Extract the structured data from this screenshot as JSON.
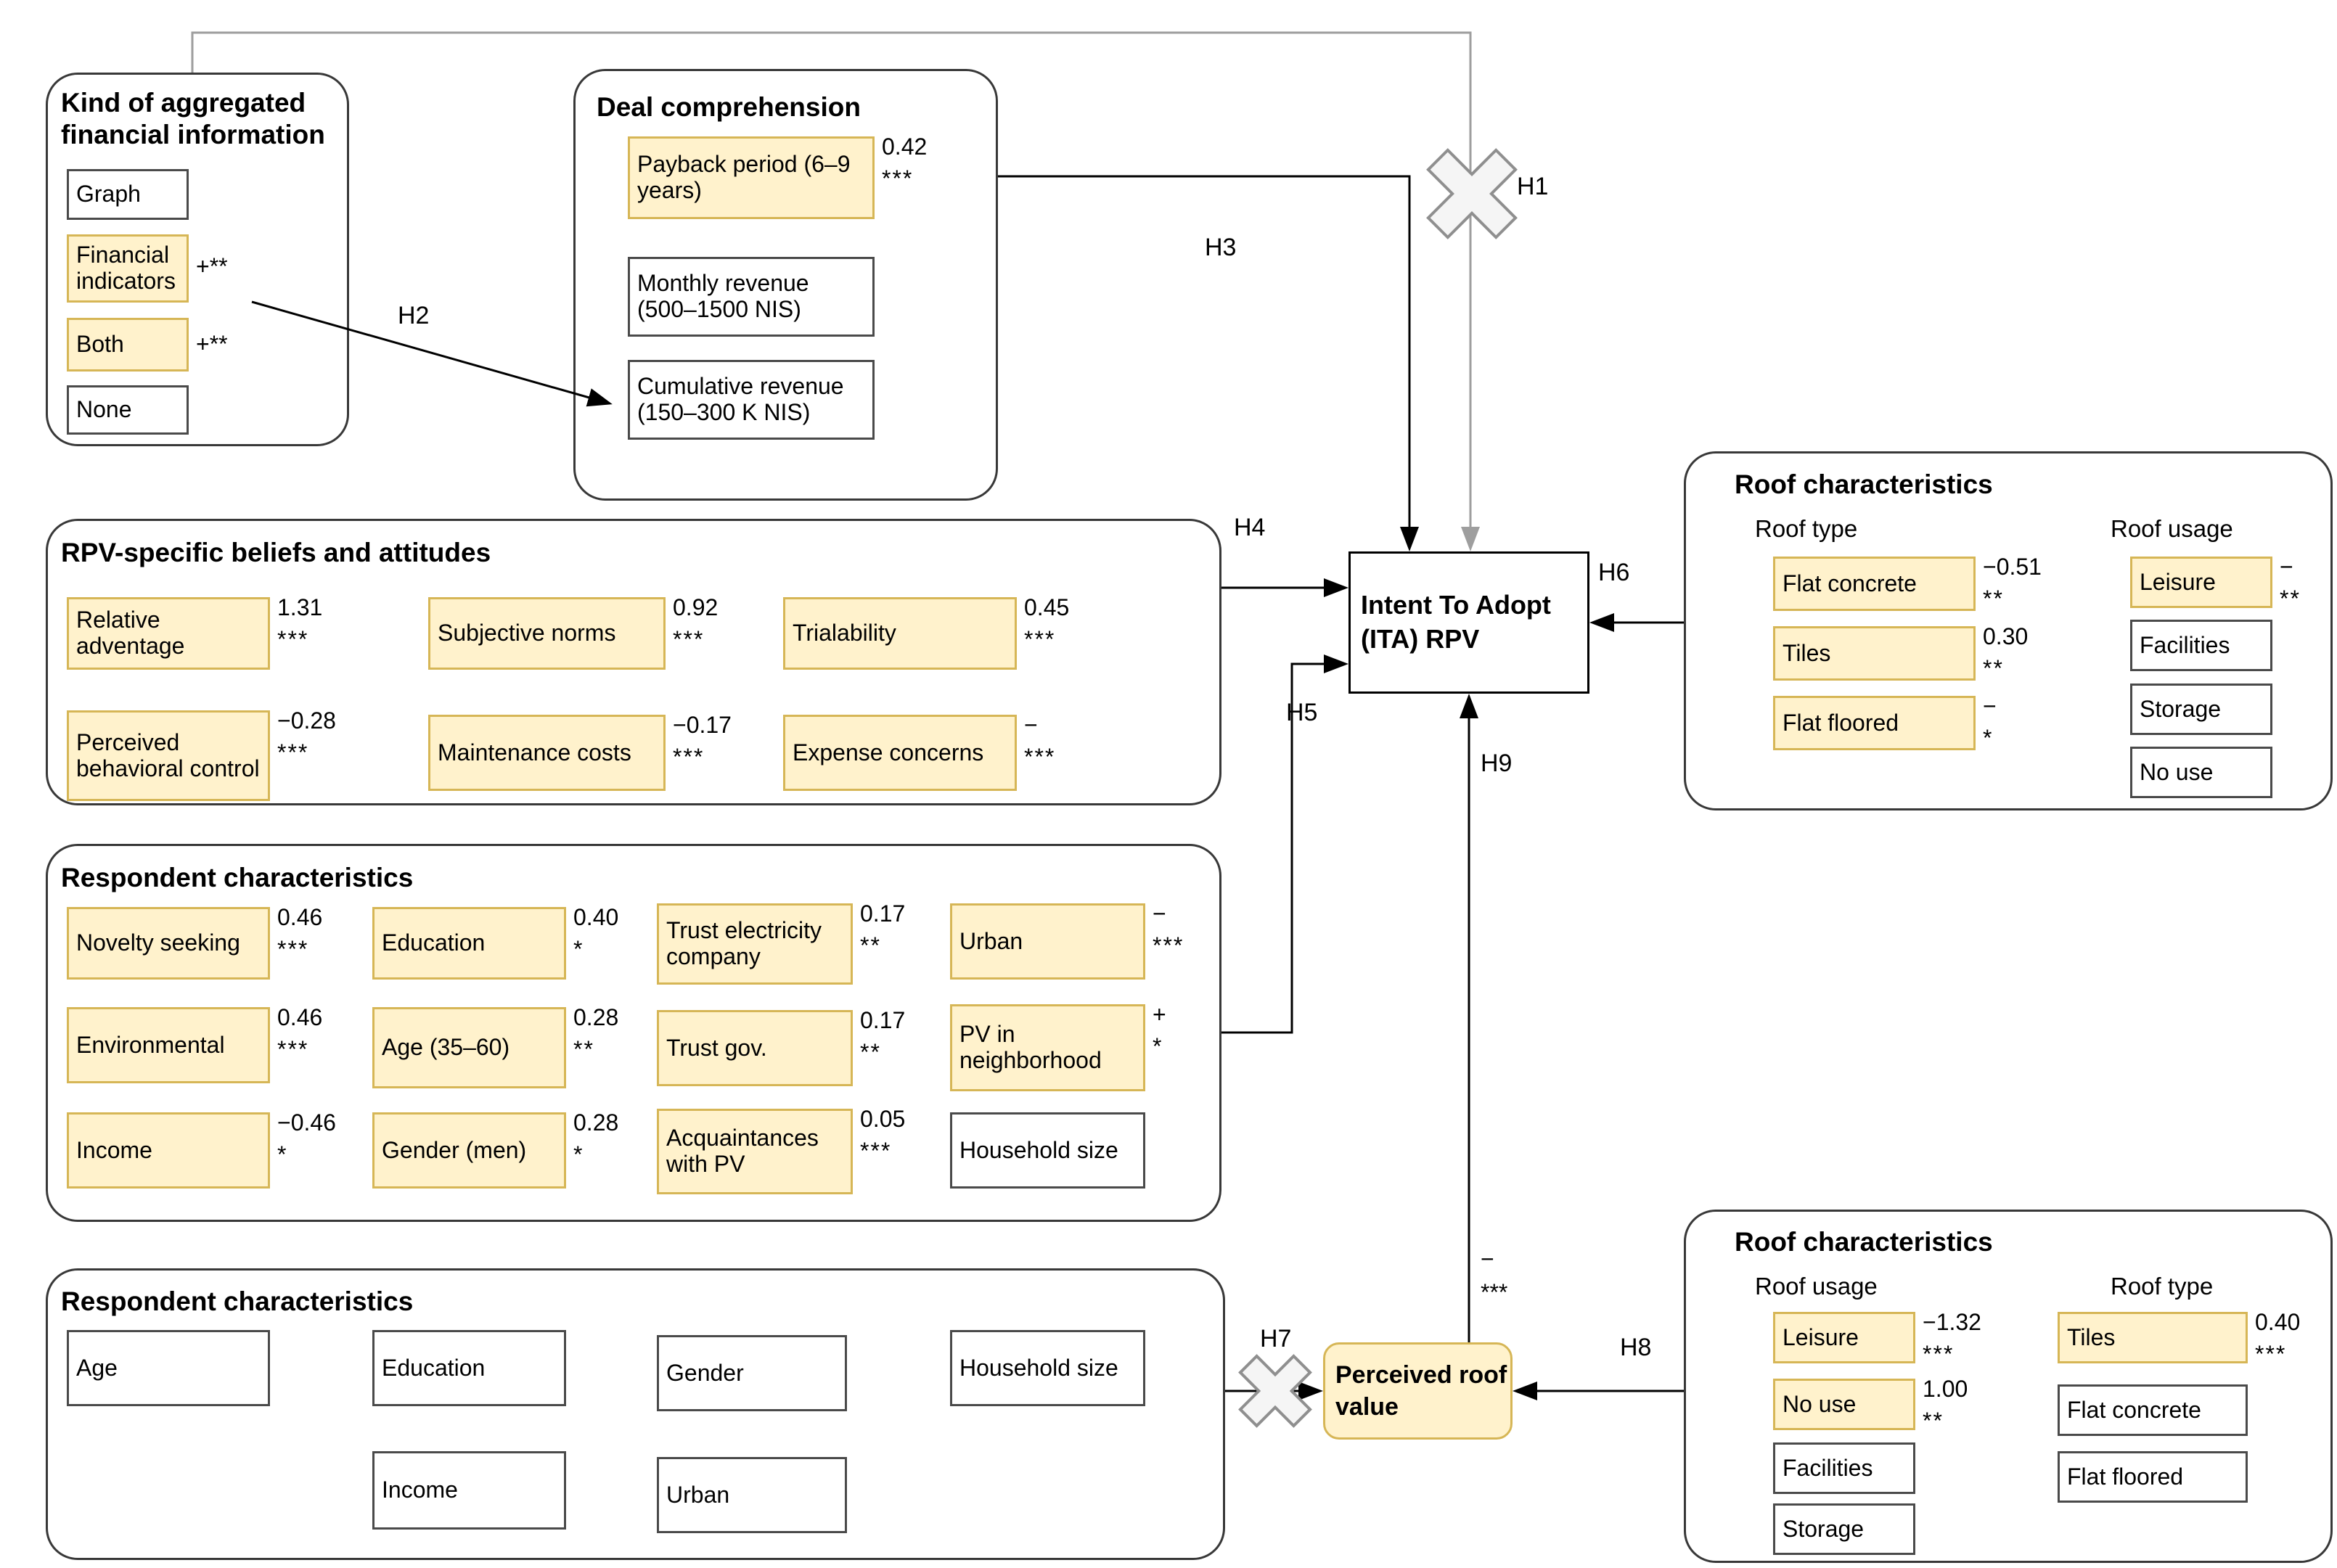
{
  "colors": {
    "highlight_fill": "#FFF2CC",
    "highlight_border": "#D6B656",
    "rejected_gray": "#9E9E9E"
  },
  "nodes": {
    "intent": {
      "label": "Intent To Adopt (ITA) RPV"
    },
    "perceived": {
      "label": "Perceived roof value"
    }
  },
  "hypotheses": [
    {
      "id": "H1",
      "rejected": true
    },
    {
      "id": "H2",
      "rejected": false
    },
    {
      "id": "H3",
      "rejected": false
    },
    {
      "id": "H4",
      "rejected": false
    },
    {
      "id": "H5",
      "rejected": false
    },
    {
      "id": "H6",
      "rejected": false
    },
    {
      "id": "H7",
      "rejected": true
    },
    {
      "id": "H8",
      "rejected": false
    },
    {
      "id": "H9",
      "rejected": false,
      "value": "−",
      "stars": "***"
    }
  ],
  "groups": {
    "kind": {
      "title": "Kind of aggregated financial information",
      "items": [
        {
          "label": "Graph",
          "value": "",
          "stars": "",
          "highlighted": false
        },
        {
          "label": "Financial indicators",
          "value": "+**",
          "stars": "",
          "highlighted": true
        },
        {
          "label": "Both",
          "value": "+**",
          "stars": "",
          "highlighted": true
        },
        {
          "label": "None",
          "value": "",
          "stars": "",
          "highlighted": false
        }
      ]
    },
    "deal": {
      "title": "Deal comprehension",
      "items": [
        {
          "label": "Payback period (6–9 years)",
          "value": "0.42",
          "stars": "***",
          "highlighted": true
        },
        {
          "label": "Monthly revenue (500–1500 NIS)",
          "value": "",
          "stars": "",
          "highlighted": false
        },
        {
          "label": "Cumulative revenue (150–300 K NIS)",
          "value": "",
          "stars": "",
          "highlighted": false
        }
      ]
    },
    "beliefs": {
      "title": "RPV-specific beliefs and attitudes",
      "items": [
        {
          "label": "Relative adventage",
          "value": "1.31",
          "stars": "***",
          "highlighted": true
        },
        {
          "label": "Subjective norms",
          "value": "0.92",
          "stars": "***",
          "highlighted": true
        },
        {
          "label": "Trialability",
          "value": "0.45",
          "stars": "***",
          "highlighted": true
        },
        {
          "label": "Perceived behavioral control",
          "value": "−0.28",
          "stars": "***",
          "highlighted": true
        },
        {
          "label": "Maintenance costs",
          "value": "−0.17",
          "stars": "***",
          "highlighted": true
        },
        {
          "label": "Expense concerns",
          "value": "−",
          "stars": "***",
          "highlighted": true
        }
      ]
    },
    "respondent": {
      "title": "Respondent characteristics",
      "items": [
        {
          "label": "Novelty seeking",
          "value": "0.46",
          "stars": "***",
          "highlighted": true
        },
        {
          "label": "Education",
          "value": "0.40",
          "stars": "*",
          "highlighted": true
        },
        {
          "label": "Trust electricity company",
          "value": "0.17",
          "stars": "**",
          "highlighted": true
        },
        {
          "label": "Urban",
          "value": "−",
          "stars": "***",
          "highlighted": true
        },
        {
          "label": "Environmental",
          "value": "0.46",
          "stars": "***",
          "highlighted": true
        },
        {
          "label": "Age (35–60)",
          "value": "0.28",
          "stars": "**",
          "highlighted": true
        },
        {
          "label": "Trust gov.",
          "value": "0.17",
          "stars": "**",
          "highlighted": true
        },
        {
          "label": "PV in neighborhood",
          "value": "+",
          "stars": "*",
          "highlighted": true
        },
        {
          "label": "Income",
          "value": "−0.46",
          "stars": "*",
          "highlighted": true
        },
        {
          "label": "Gender (men)",
          "value": "0.28",
          "stars": "*",
          "highlighted": true
        },
        {
          "label": "Acquaintances with PV",
          "value": "0.05",
          "stars": "***",
          "highlighted": true
        },
        {
          "label": "Household size",
          "value": "",
          "stars": "",
          "highlighted": false
        }
      ]
    },
    "respondent2": {
      "title": "Respondent characteristics",
      "items": [
        {
          "label": "Age",
          "value": "",
          "stars": "",
          "highlighted": false
        },
        {
          "label": "Education",
          "value": "",
          "stars": "",
          "highlighted": false
        },
        {
          "label": "Gender",
          "value": "",
          "stars": "",
          "highlighted": false
        },
        {
          "label": "Household size",
          "value": "",
          "stars": "",
          "highlighted": false
        },
        {
          "label": "Income",
          "value": "",
          "stars": "",
          "highlighted": false
        },
        {
          "label": "Urban",
          "value": "",
          "stars": "",
          "highlighted": false
        }
      ]
    },
    "roof_top": {
      "title": "Roof characteristics",
      "columns": [
        {
          "label": "Roof type",
          "items": [
            {
              "label": "Flat concrete",
              "value": "−0.51",
              "stars": "**",
              "highlighted": true
            },
            {
              "label": "Tiles",
              "value": "0.30",
              "stars": "**",
              "highlighted": true
            },
            {
              "label": "Flat floored",
              "value": "−",
              "stars": "*",
              "highlighted": true
            }
          ]
        },
        {
          "label": "Roof usage",
          "items": [
            {
              "label": "Leisure",
              "value": "−",
              "stars": "**",
              "highlighted": true
            },
            {
              "label": "Facilities",
              "value": "",
              "stars": "",
              "highlighted": false
            },
            {
              "label": "Storage",
              "value": "",
              "stars": "",
              "highlighted": false
            },
            {
              "label": "No use",
              "value": "",
              "stars": "",
              "highlighted": false
            }
          ]
        }
      ]
    },
    "roof_bottom": {
      "title": "Roof characteristics",
      "columns": [
        {
          "label": "Roof usage",
          "items": [
            {
              "label": "Leisure",
              "value": "−1.32",
              "stars": "***",
              "highlighted": true
            },
            {
              "label": "No use",
              "value": "1.00",
              "stars": "**",
              "highlighted": true
            },
            {
              "label": "Facilities",
              "value": "",
              "stars": "",
              "highlighted": false
            },
            {
              "label": "Storage",
              "value": "",
              "stars": "",
              "highlighted": false
            }
          ]
        },
        {
          "label": "Roof type",
          "items": [
            {
              "label": "Tiles",
              "value": "0.40",
              "stars": "***",
              "highlighted": true
            },
            {
              "label": "Flat concrete",
              "value": "",
              "stars": "",
              "highlighted": false
            },
            {
              "label": "Flat floored",
              "value": "",
              "stars": "",
              "highlighted": false
            }
          ]
        }
      ]
    }
  }
}
